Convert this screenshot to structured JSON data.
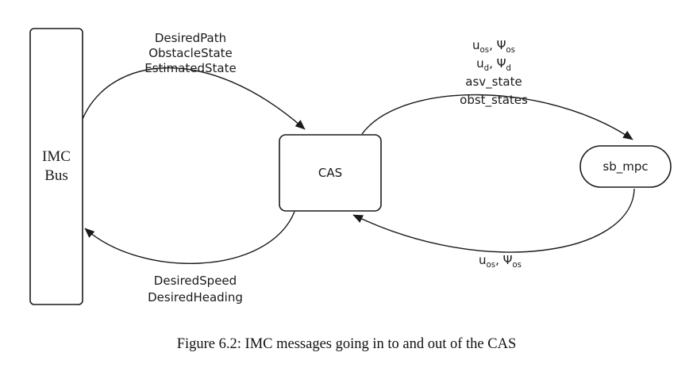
{
  "diagram": {
    "nodes": {
      "imc_bus": {
        "line1": "IMC",
        "line2": "Bus"
      },
      "cas": {
        "label": "CAS"
      },
      "sb_mpc": {
        "label": "sb_mpc"
      }
    },
    "edges": {
      "imc_to_cas": {
        "labels": [
          "DesiredPath",
          "ObstacleState",
          "EstimatedState"
        ]
      },
      "cas_to_sbmpc": {
        "labels_rich": [
          [
            {
              "text": "u"
            },
            {
              "sub": "os"
            },
            {
              "text": ", Ψ"
            },
            {
              "sub": "os"
            }
          ],
          [
            {
              "text": "u"
            },
            {
              "sub": "d"
            },
            {
              "text": ", Ψ"
            },
            {
              "sub": "d"
            }
          ],
          [
            {
              "text": "asv_state"
            }
          ],
          [
            {
              "text": "obst_states"
            }
          ]
        ]
      },
      "sbmpc_to_cas": {
        "label_rich": [
          {
            "text": "u"
          },
          {
            "sub": "os"
          },
          {
            "text": ", Ψ"
          },
          {
            "sub": "os"
          }
        ]
      },
      "cas_to_imc": {
        "labels": [
          "DesiredSpeed",
          "DesiredHeading"
        ]
      }
    }
  },
  "caption": "Figure 6.2: IMC messages going in to and out of the CAS",
  "colors": {
    "stroke": "#1a1a1a",
    "background": "#ffffff"
  }
}
